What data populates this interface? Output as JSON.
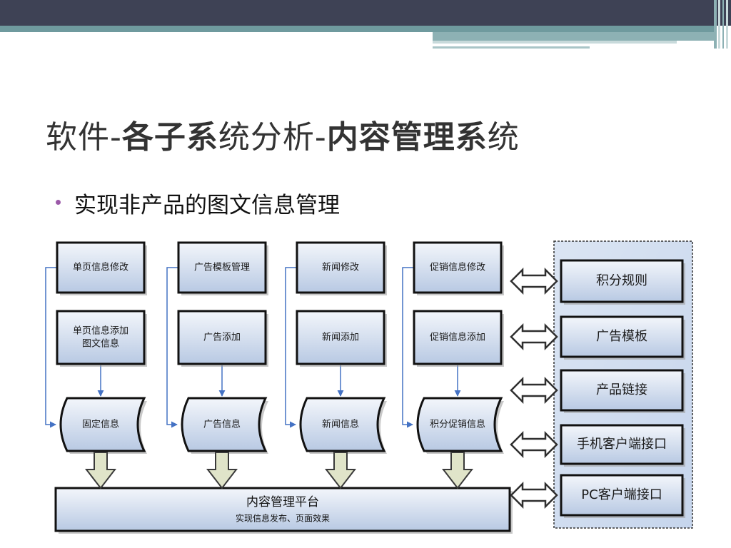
{
  "title": {
    "p1": "软件-",
    "p2": "各子系",
    "p3": "统分析-",
    "p4": "内容管理系",
    "p5": "统"
  },
  "bullet": "实现非产品的图文信息管理",
  "columns": [
    {
      "edit": [
        "单页信息修改"
      ],
      "add": [
        "单页信息添加",
        "图文信息"
      ],
      "store": "固定信息"
    },
    {
      "edit": [
        "广告模板管理"
      ],
      "add": [
        "广告添加"
      ],
      "store": "广告信息"
    },
    {
      "edit": [
        "新闻修改"
      ],
      "add": [
        "新闻添加"
      ],
      "store": "新闻信息"
    },
    {
      "edit": [
        "促销信息修改"
      ],
      "add": [
        "促销信息添加"
      ],
      "store": "积分促销信息"
    }
  ],
  "platform": {
    "title": "内容管理平台",
    "subtitle": "实现信息发布、页面效果"
  },
  "interfaces": [
    "积分规则",
    "广告模板",
    "产品链接",
    "手机客户端接口",
    "PC客户端接口"
  ],
  "colors": {
    "box_fill_top": "#f3f6fb",
    "box_fill_bottom": "#b8c9e3",
    "connector": "#4472c4",
    "arrow_fill": "#e0e4c9",
    "panel": "#d5e0f0"
  }
}
